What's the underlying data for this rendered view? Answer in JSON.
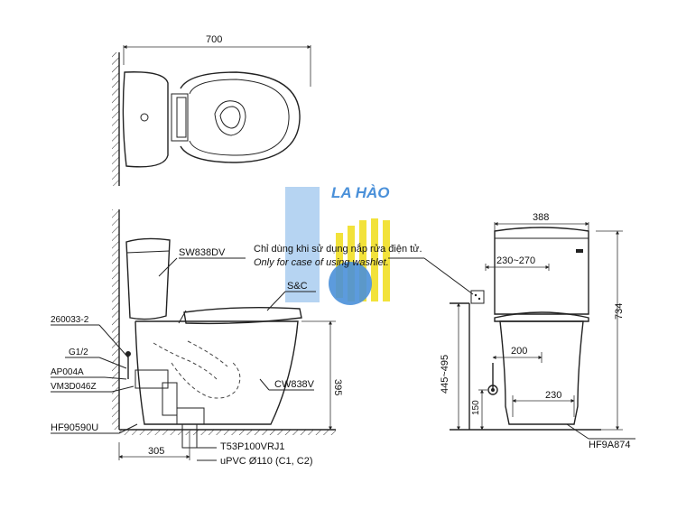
{
  "watermark": {
    "text": "LA HÀO",
    "colors": {
      "blue": "#4a90d9",
      "yellow": "#f2e23a",
      "light_blue": "#a9cdf0"
    }
  },
  "dimensions": {
    "top_width": "700",
    "front_height": "395",
    "front_depth": "305",
    "side_width": "388",
    "side_height": "734",
    "side_range": "230~270",
    "side_pipe_range": "445~495",
    "side_200": "200",
    "side_150": "150",
    "side_230": "230"
  },
  "labels": {
    "tank": "SW838DV",
    "seat": "S&C",
    "bowl": "CW838V",
    "flange": "HF90590U",
    "side_flange": "HF9A874",
    "part_1": "260033-2",
    "part_2": "G1/2",
    "part_3": "AP004A",
    "part_4": "VM3D046Z",
    "outlet": "T53P100VRJ1",
    "pipe": "uPVC Ø110 (C1, C2)"
  },
  "note": {
    "vi": "Chỉ dùng khi sử dụng nắp rửa điện tử.",
    "en": "Only for case of using washlet."
  }
}
